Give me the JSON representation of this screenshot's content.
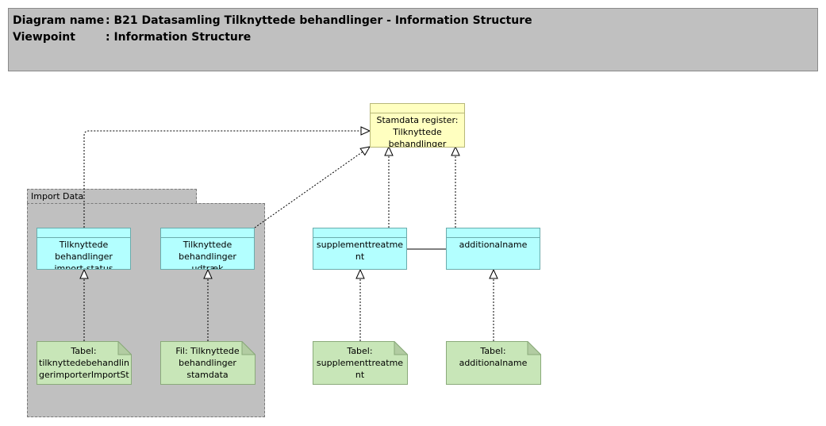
{
  "header": {
    "diagram_name_label": "Diagram name",
    "diagram_name": ": B21 Datasamling Tilknyttede behandlinger - Information Structure",
    "viewpoint_label": "Viewpoint",
    "viewpoint": ": Information Structure"
  },
  "package": {
    "label": "Import Data"
  },
  "stamdata": {
    "label": "Stamdata register: Tilknyttede behandlinger"
  },
  "objects": [
    {
      "label": "Tilknyttede behandlinger import-status"
    },
    {
      "label": "Tilknyttede behandlinger udtræk"
    },
    {
      "label": "supplementtreatme nt"
    },
    {
      "label": "additionalname"
    }
  ],
  "notes": [
    {
      "label": "Tabel: tilknyttedebehandlin gerimporterImportSt"
    },
    {
      "label": "Fil: Tilknyttede behandlinger stamdata"
    },
    {
      "label": "Tabel: supplementtreatme nt"
    },
    {
      "label": "Tabel: additionalname"
    }
  ],
  "colors": {
    "header": "#c0c0c0",
    "object": "#b3ffff",
    "stamdata": "#ffffc0",
    "note": "#c8e6b8"
  }
}
